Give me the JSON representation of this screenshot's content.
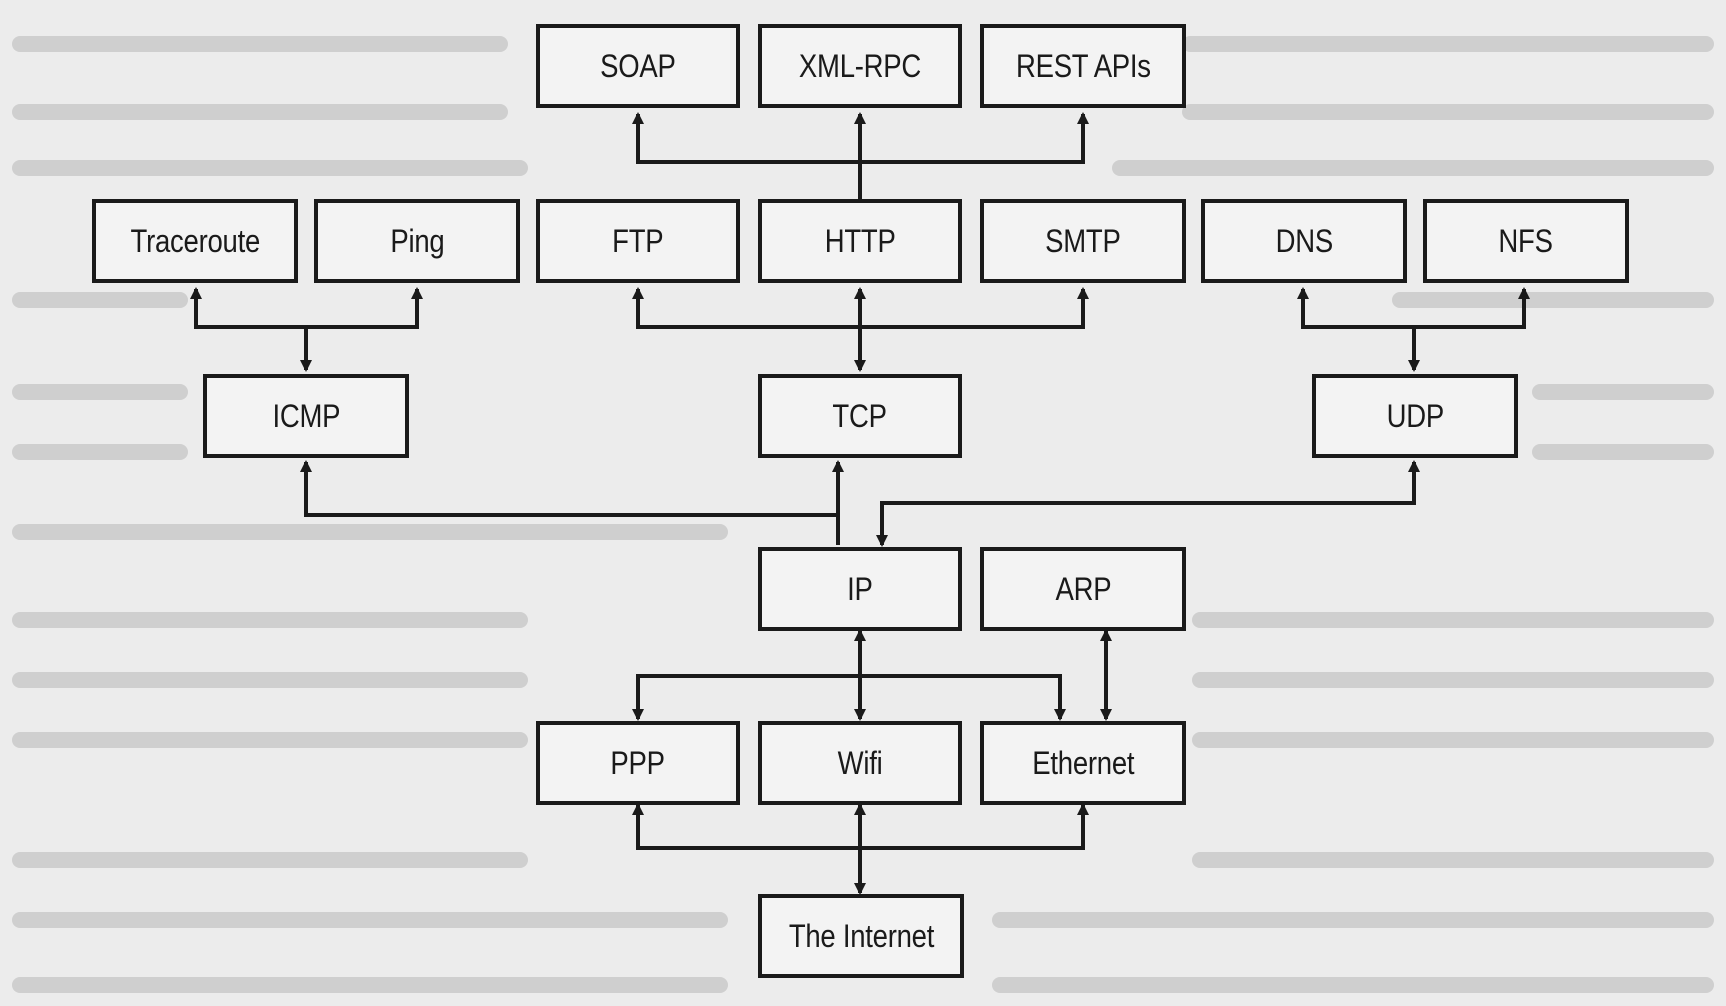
{
  "diagram": {
    "title": "",
    "colors": {
      "background": "#ececec",
      "box_fill": "#f3f3f3",
      "stroke": "#1a1a1a"
    },
    "nodes": {
      "soap": "SOAP",
      "xmlrpc": "XML-RPC",
      "rest": "REST APIs",
      "traceroute": "Traceroute",
      "ping": "Ping",
      "ftp": "FTP",
      "http": "HTTP",
      "smtp": "SMTP",
      "dns": "DNS",
      "nfs": "NFS",
      "icmp": "ICMP",
      "tcp": "TCP",
      "udp": "UDP",
      "ip": "IP",
      "arp": "ARP",
      "ppp": "PPP",
      "wifi": "Wifi",
      "ethernet": "Ethernet",
      "internet": "The Internet"
    },
    "edges": [
      {
        "from": "http",
        "to": "soap"
      },
      {
        "from": "http",
        "to": "xmlrpc"
      },
      {
        "from": "http",
        "to": "rest"
      },
      {
        "from": "icmp",
        "to": "traceroute"
      },
      {
        "from": "icmp",
        "to": "ping"
      },
      {
        "from": "tcp",
        "to": "ftp"
      },
      {
        "from": "tcp",
        "to": "http",
        "bidirectional": true
      },
      {
        "from": "tcp",
        "to": "smtp"
      },
      {
        "from": "udp",
        "to": "dns"
      },
      {
        "from": "udp",
        "to": "nfs"
      },
      {
        "from": "ip",
        "to": "icmp"
      },
      {
        "from": "ip",
        "to": "tcp"
      },
      {
        "from": "ip",
        "to": "udp",
        "bidirectional": true
      },
      {
        "from": "ip",
        "to": "ppp"
      },
      {
        "from": "ip",
        "to": "wifi",
        "bidirectional": true
      },
      {
        "from": "ip",
        "to": "ethernet"
      },
      {
        "from": "arp",
        "to": "ethernet",
        "bidirectional": true
      },
      {
        "from": "internet",
        "to": "ppp"
      },
      {
        "from": "internet",
        "to": "wifi",
        "bidirectional": true
      },
      {
        "from": "internet",
        "to": "ethernet"
      }
    ]
  }
}
